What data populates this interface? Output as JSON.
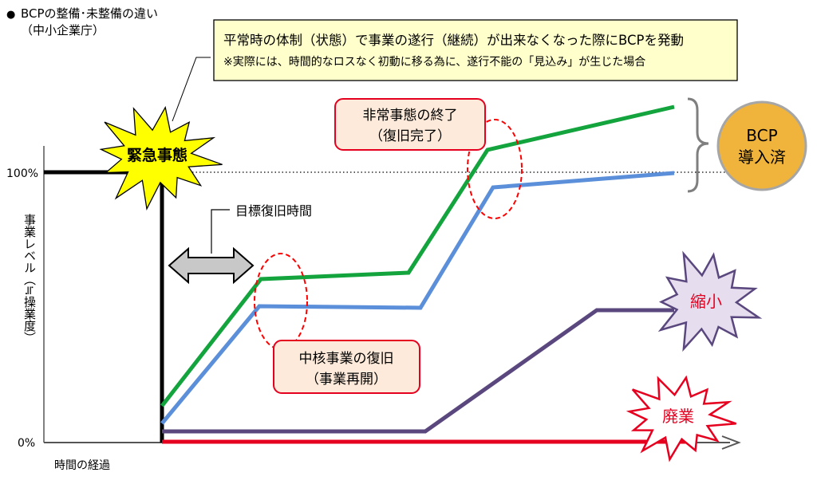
{
  "header": {
    "bullet": "●",
    "title": "BCPの整備･未整備の違い",
    "source": "（中小企業庁）"
  },
  "note": {
    "line1": "平常時の体制（状態）で事業の遂行（継続）が出来なくなった際にBCPを発動",
    "line2": "※実際には、時間的なロスなく初動に移る為に、遂行不能の「見込み」が生じた場合"
  },
  "burst_emergency": "緊急事態",
  "burst_shrink": "縮小",
  "burst_closure": "廃業",
  "badge": {
    "line1": "BCP",
    "line2": "導入済"
  },
  "callout_end": {
    "line1": "非常事態の終了",
    "line2": "（復旧完了）"
  },
  "callout_core": {
    "line1": "中核事業の復旧",
    "line2": "（事業再開）"
  },
  "target_label": "目標復旧時間",
  "axes": {
    "y_label": "事業レベル（≒操業度）",
    "x_label": "時間の経過",
    "y_top": "100%",
    "y_bottom": "0%"
  },
  "colors": {
    "green": "#13a43e",
    "blue": "#5b8fd9",
    "purple": "#59477e",
    "red": "#e6001f",
    "black": "#000000",
    "badge_fill": "#f0b43c",
    "note_fill": "#ffffcc",
    "callout_fill": "#fdeada",
    "burst_yellow": "#ffff00",
    "burst_lavender": "#e6deef",
    "dash_red": "#ff0000"
  },
  "icons": {
    "emergency": "starburst-icon",
    "shrink": "starburst-icon",
    "closure": "starburst-icon",
    "target": "double-arrow-icon",
    "brace": "curly-brace-icon"
  }
}
